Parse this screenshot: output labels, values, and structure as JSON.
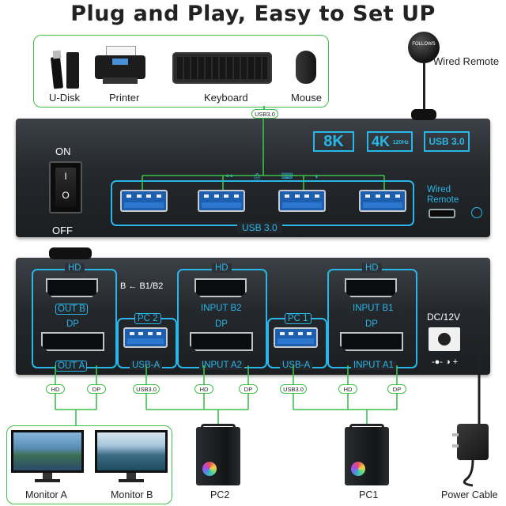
{
  "title": "Plug and Play, Easy to Set UP",
  "peripherals": {
    "udisk": "U-Disk",
    "printer": "Printer",
    "keyboard": "Keyboard",
    "mouse": "Mouse",
    "usb_tag": "USB3.0"
  },
  "remote": {
    "label": "Wired Remote",
    "port_label": "Wired\nRemote",
    "button_text": "FOLLOWS"
  },
  "front_panel": {
    "badges": [
      "8K",
      "4K",
      "120Hz",
      "USB 3.0"
    ],
    "power_on": "ON",
    "power_off": "OFF",
    "power_glyph_1": "I",
    "power_glyph_0": "O",
    "usb_group_label": "USB 3.0"
  },
  "back_panel": {
    "hd": "HD",
    "dp": "DP",
    "out_b": "OUT B",
    "out_a": "OUT A",
    "switch_note": "B ← B1/B2",
    "pc2": "PC 2",
    "pc1": "PC 1",
    "usb_a": "USB-A",
    "input_b2": "INPUT B2",
    "input_a2": "INPUT A2",
    "input_b1": "INPUT B1",
    "input_a1": "INPUT A1",
    "dc": "DC/12V"
  },
  "cable_tags": {
    "hd": "HD",
    "dp": "DP",
    "usb": "USB3.0"
  },
  "bottom": {
    "monitor_a": "Monitor A",
    "monitor_b": "Monitor B",
    "pc2": "PC2",
    "pc1": "PC1",
    "power_cable": "Power Cable"
  },
  "colors": {
    "accent_cyan": "#29b6e8",
    "line_green": "#3ec04a",
    "panel": "#23272b",
    "usb_blue": "#1d5fae"
  }
}
